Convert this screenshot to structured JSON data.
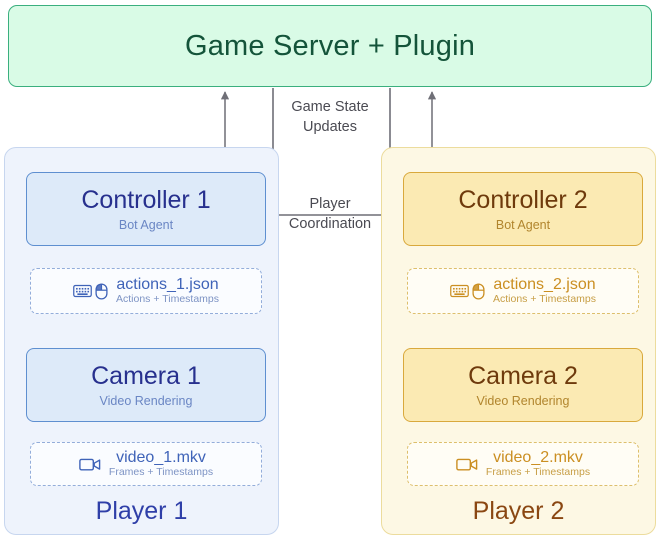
{
  "diagram": {
    "server": {
      "title": "Game Server + Plugin",
      "color": "#14543a",
      "fill": "#d9fbe6",
      "border": "#3aaf7e"
    },
    "middle_labels": {
      "game_state": "Game State\nUpdates",
      "player_coordination": "Player\nCoordination"
    },
    "players": [
      {
        "footer": "Player 1",
        "accent": "#27308e",
        "panel_fill": "#eef3fc",
        "panel_border": "#c7d6ef",
        "controller": {
          "title": "Controller 1",
          "subtitle": "Bot Agent"
        },
        "actions_artifact": {
          "name": "actions_1.json",
          "meta": "Actions + Timestamps",
          "icons": [
            "keyboard-icon",
            "mouse-icon"
          ]
        },
        "camera": {
          "title": "Camera 1",
          "subtitle": "Video Rendering"
        },
        "video_artifact": {
          "name": "video_1.mkv",
          "meta": "Frames + Timestamps",
          "icons": [
            "video-camera-icon"
          ]
        }
      },
      {
        "footer": "Player 2",
        "accent": "#6e3a0c",
        "panel_fill": "#fdf8e4",
        "panel_border": "#ecdc9d",
        "controller": {
          "title": "Controller 2",
          "subtitle": "Bot Agent"
        },
        "actions_artifact": {
          "name": "actions_2.json",
          "meta": "Actions + Timestamps",
          "icons": [
            "keyboard-icon",
            "mouse-icon"
          ]
        },
        "camera": {
          "title": "Camera 2",
          "subtitle": "Video Rendering"
        },
        "video_artifact": {
          "name": "video_2.mkv",
          "meta": "Frames + Timestamps",
          "icons": [
            "video-camera-icon"
          ]
        }
      }
    ]
  }
}
